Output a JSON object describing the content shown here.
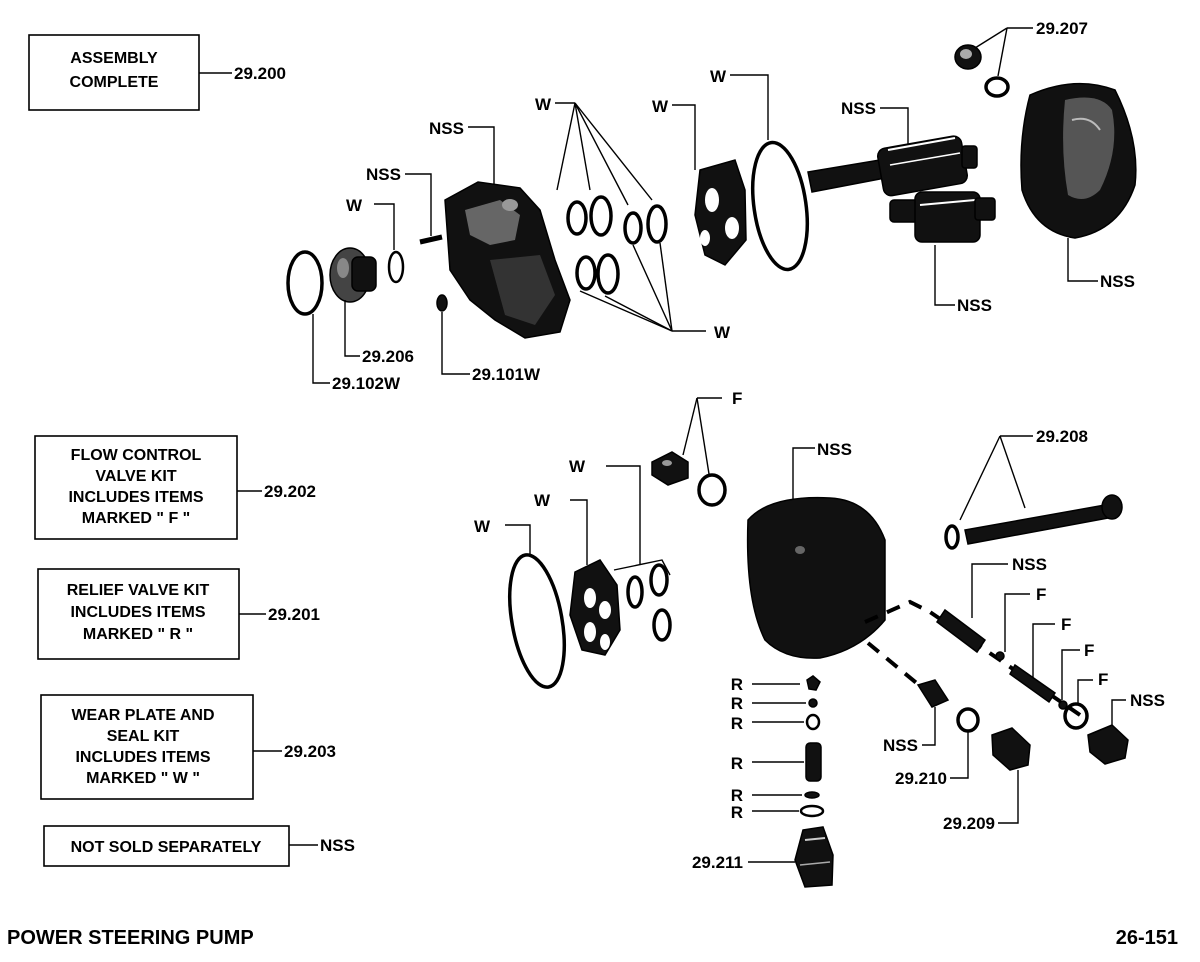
{
  "title": "POWER STEERING PUMP",
  "page_number": "26-151",
  "legend_boxes": [
    {
      "lines": [
        "ASSEMBLY",
        "COMPLETE"
      ],
      "ref": "29.200"
    },
    {
      "lines": [
        "FLOW CONTROL",
        "VALVE  KIT",
        "INCLUDES ITEMS",
        "MARKED \" F \""
      ],
      "ref": "29.202"
    },
    {
      "lines": [
        "RELIEF VALVE KIT",
        "INCLUDES ITEMS",
        "MARKED \" R \""
      ],
      "ref": "29.201"
    },
    {
      "lines": [
        "WEAR PLATE AND",
        "SEAL KIT",
        "INCLUDES ITEMS",
        "MARKED \" W \""
      ],
      "ref": "29.203"
    },
    {
      "lines": [
        "NOT SOLD SEPARATELY"
      ],
      "ref": "NSS"
    }
  ],
  "callouts": {
    "nss": "NSS",
    "w": "W",
    "f": "F",
    "r": "R",
    "p29_207": "29.207",
    "p29_206": "29.206",
    "p29_102w": "29.102W",
    "p29_101w": "29.101W",
    "p29_208": "29.208",
    "p29_210": "29.210",
    "p29_209": "29.209",
    "p29_211": "29.211"
  }
}
